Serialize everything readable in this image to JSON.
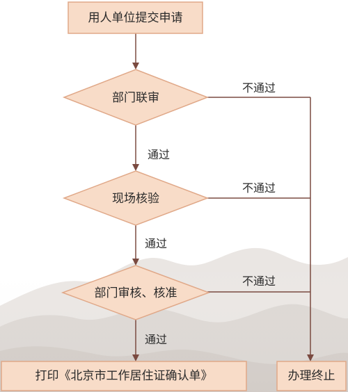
{
  "flowchart": {
    "start": "用人单位提交申请",
    "decision_1": "部门联审",
    "decision_2": "现场核验",
    "decision_3": "部门审核、核准",
    "end_success": "打印《北京市工作居住证确认单》",
    "end_fail": "办理终止"
  },
  "edge_labels": {
    "pass_1": "通过",
    "pass_2": "通过",
    "pass_3": "通过",
    "fail_1": "不通过",
    "fail_2": "不通过",
    "fail_3": "不通过"
  },
  "colors": {
    "node_fill": "#f8dcc8",
    "node_stroke": "#e0a888",
    "line": "#7a4a40",
    "mountain": "#d8d4d0"
  }
}
